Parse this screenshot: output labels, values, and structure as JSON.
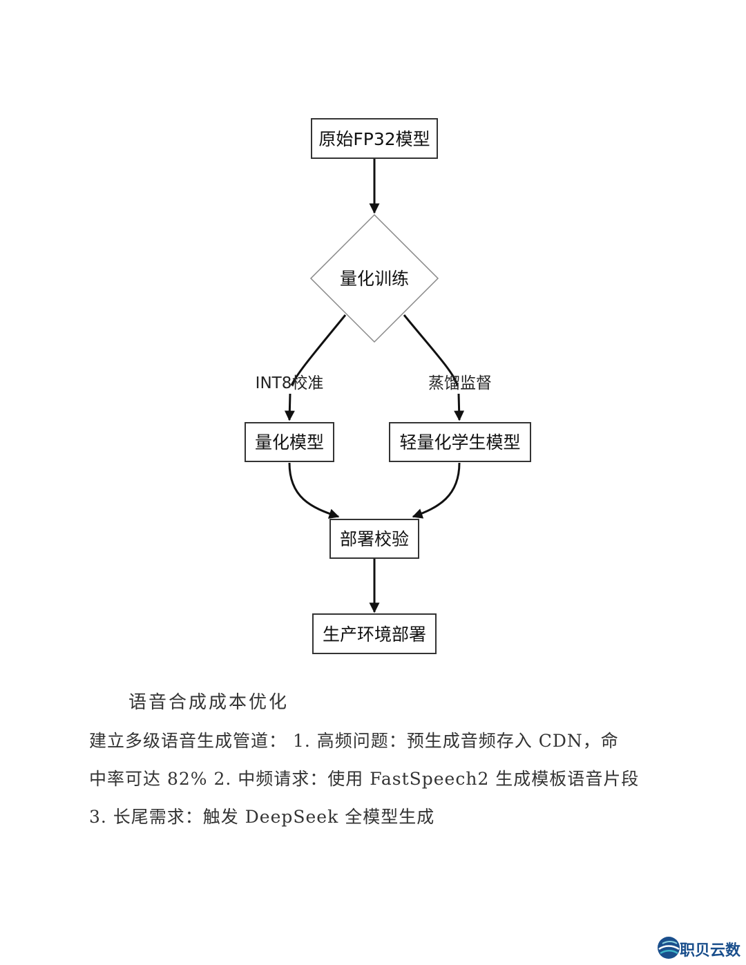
{
  "flowchart": {
    "nodes": {
      "fp32_model": "原始FP32模型",
      "quant_training": "量化训练",
      "quant_model": "量化模型",
      "student_model": "轻量化学生模型",
      "deploy_check": "部署校验",
      "production": "生产环境部署"
    },
    "edges": {
      "int8_label": "INT8校准",
      "distill_label": "蒸馏监督"
    }
  },
  "section": {
    "heading": "语音合成成本优化",
    "lines": [
      "建立多级语音生成管道： 1. 高频问题：预生成音频存入 CDN，命",
      "中率可达 82% 2. 中频请求：使用 FastSpeech2 生成模板语音片段",
      "3. 长尾需求：触发 DeepSeek 全模型生成"
    ]
  },
  "footer": {
    "logo_text": "职贝云数"
  },
  "colors": {
    "node_stroke": "#333333",
    "edge": "#111111",
    "diamond_stroke": "#888888",
    "logo": "#1a4f8c"
  }
}
